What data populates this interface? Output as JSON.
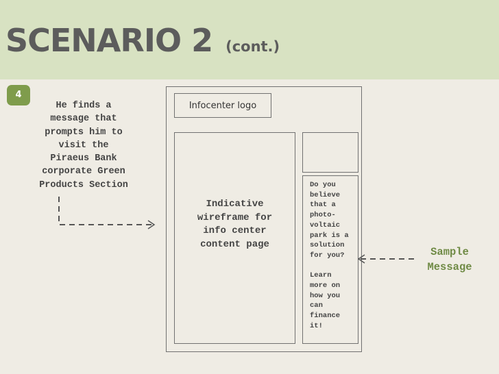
{
  "header": {
    "title": "SCENARIO 2",
    "title_suffix": "(cont.)",
    "background_color": "#d8e2c2"
  },
  "step": {
    "number": "4",
    "color": "#7f9c4c"
  },
  "scenario_text": [
    "He finds a",
    "message that",
    "prompts him to",
    "visit the",
    "Piraeus Bank",
    "corporate Green",
    "Products Section"
  ],
  "wireframe": {
    "logo_label": "Infocenter logo",
    "content_lines": [
      "Indicative",
      "wireframe for",
      "info center",
      "content page"
    ],
    "message_lines": [
      "Do you",
      "believe",
      "that a",
      "photo-",
      "voltaic",
      "park is a",
      "solution",
      "for you?",
      "",
      "Learn",
      "more on",
      "how you",
      "can",
      "finance",
      "it!"
    ]
  },
  "sample_label": [
    "Sample",
    "Message"
  ]
}
